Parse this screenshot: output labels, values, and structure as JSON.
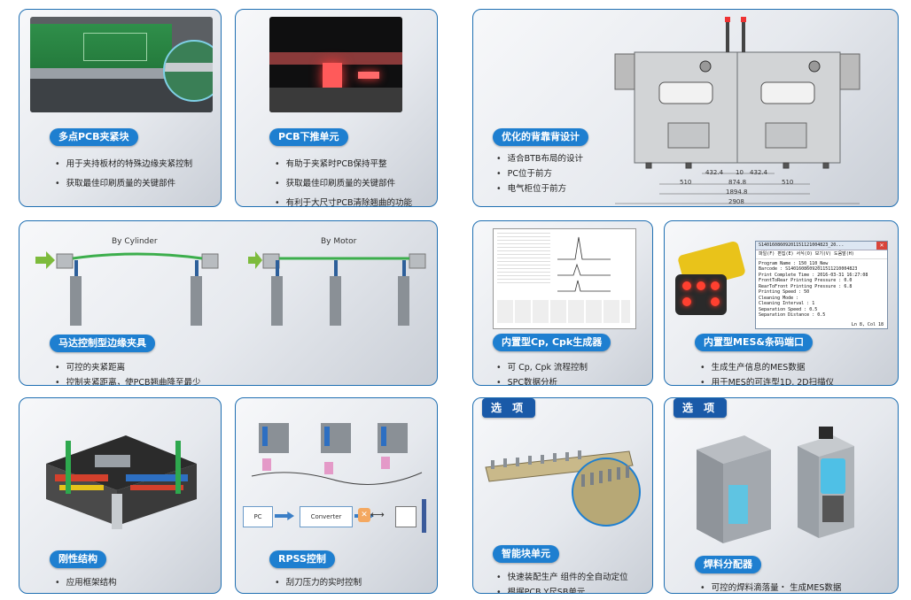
{
  "cards": {
    "clamp": {
      "title": "多点PCB夹紧块",
      "bullets": [
        "用于夹持板材的特殊边缘夹紧控制",
        "获取最佳印刷质量的关键部件"
      ]
    },
    "pushup": {
      "title": "PCB下推单元",
      "bullets": [
        "有助于夹紧时PCB保持平整",
        "获取最佳印刷质量的关键部件",
        "有利于大尺寸PCB清除翘曲的功能"
      ]
    },
    "btb": {
      "title": "优化的背靠背设计",
      "bullets": [
        "适合BTB布局的设计",
        "PC位于前方",
        "电气柜位于前方"
      ],
      "dims": [
        "432.4",
        "10",
        "432.4",
        "510",
        "874.8",
        "510",
        "1894.8",
        "2908"
      ]
    },
    "motor_clamp": {
      "title": "马达控制型边缘夹具",
      "bullets": [
        "可控的夹紧距离",
        "控制夹紧距离，使PCB翘曲降至最少"
      ],
      "labels": [
        "By Cylinder",
        "By Motor"
      ]
    },
    "cpk": {
      "title": "内置型Cp, Cpk生成器",
      "bullets": [
        "可 Cp, Cpk 流程控制",
        "SPC数据分析"
      ]
    },
    "mes": {
      "title": "内置型MES&条码端口",
      "bullets": [
        "生成生产信息的MES数据",
        "用于MES的可连型1D, 2D扫描仪"
      ],
      "window": {
        "title": "S1401608609201151121004823_20...",
        "menu": "파일(F)  편집(E)  서식(O)  보기(V)  도움말(H)",
        "lines": [
          "Program Name : 150_110_New",
          "Barcode : S14016086092011511210004823",
          "Print Complete Time : 2016-03-31 16:27:08",
          "FrontToRear Printing Pressure : 0.0",
          "RearToFront Printing Pressure : 6.8",
          "Printing Speed : 50",
          "Cleaning Mode :",
          "Cleaning Interval : 1",
          "Separation Speed : 0.5",
          "Separation Distance : 0.5"
        ],
        "status": "Ln 8, Col 18"
      }
    },
    "rigid": {
      "title": "刚性结构",
      "bullets": [
        "应用框架结构"
      ]
    },
    "rpss": {
      "title": "RPSS控制",
      "bullets": [
        "刮刀压力的实时控制"
      ],
      "flow": [
        "PC",
        "Converter"
      ]
    },
    "smart": {
      "badge": "选 项",
      "title": "智能块单元",
      "bullets": [
        "快速装配生产    组件的全自动定位",
        "根据PCB Y尺SB单元"
      ]
    },
    "solder": {
      "badge": "选 项",
      "title": "焊料分配器",
      "bullets": [
        "可控的焊料滴落量・ 生成MES数据"
      ]
    }
  },
  "colors": {
    "accent": "#1e7fd0",
    "border": "#1f6fb2",
    "arrow_green": "#7dbb3c"
  }
}
